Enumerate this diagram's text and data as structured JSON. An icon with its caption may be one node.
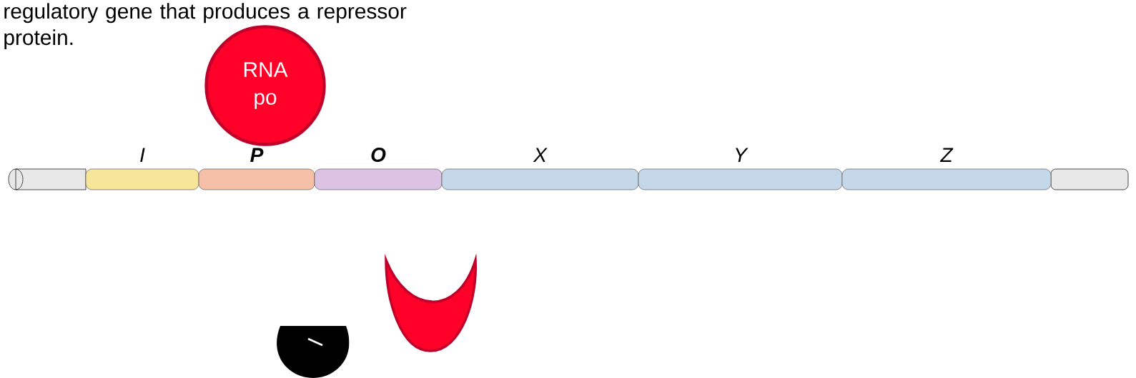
{
  "diagram": {
    "nodes": [
      {
        "text": [
          "RNA po"
        ]
      },
      {
        "text": [
          "I"
        ]
      },
      {
        "text": [
          "P"
        ]
      },
      {
        "text": [
          "O"
        ]
      },
      {
        "text": [
          "X"
        ]
      },
      {
        "text": [
          "Y"
        ]
      },
      {
        "text": [
          "Z"
        ]
      }
    ],
    "labels": [
      "regulatory gene that produces a repressor protein."
    ]
  }
}
